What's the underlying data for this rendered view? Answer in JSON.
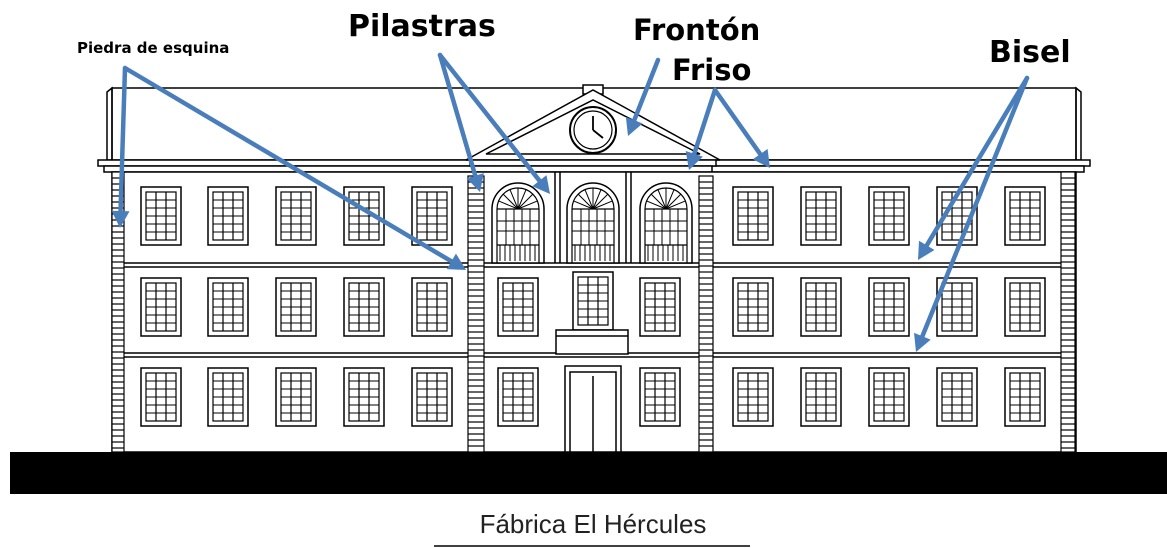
{
  "labels": {
    "corner": "Piedra de esquina",
    "pilasters": "Pilastras",
    "pediment": "Frontón",
    "frieze": "Friso",
    "bevel": "Bisel"
  },
  "caption": "Fábrica El Hércules",
  "colors": {
    "arrow": "#4a7ebb",
    "line": "#000000",
    "ground": "#000000",
    "background": "#ffffff"
  }
}
